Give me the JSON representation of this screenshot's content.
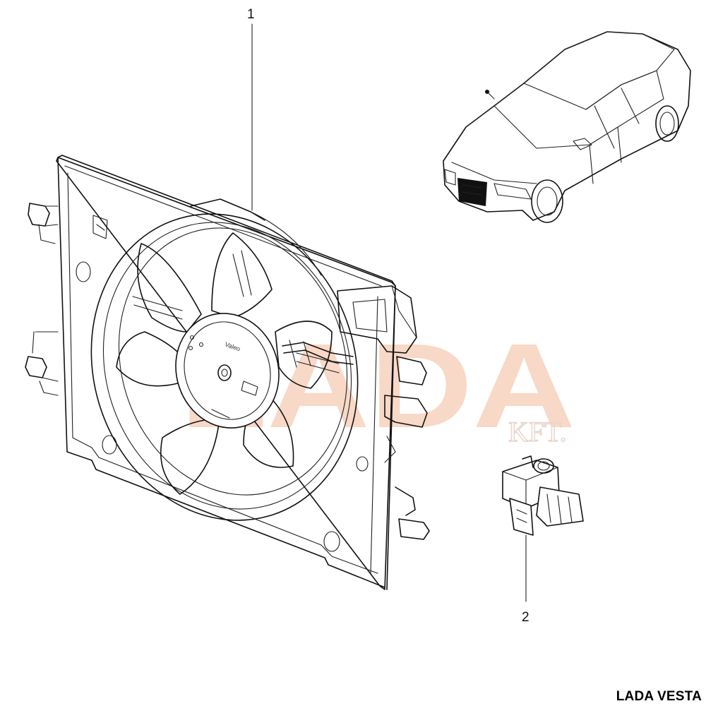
{
  "title": "LADA VESTA",
  "callouts": [
    {
      "number": "1",
      "part": "radiator fan assembly with shroud"
    },
    {
      "number": "2",
      "part": "fan resistor / connector block"
    }
  ],
  "watermark": {
    "text": "LADA",
    "sub": "KFT."
  },
  "fan_label": "Valeo",
  "colors": {
    "ink": "#111111",
    "watermark": "#f6ccb4",
    "background": "#ffffff"
  }
}
